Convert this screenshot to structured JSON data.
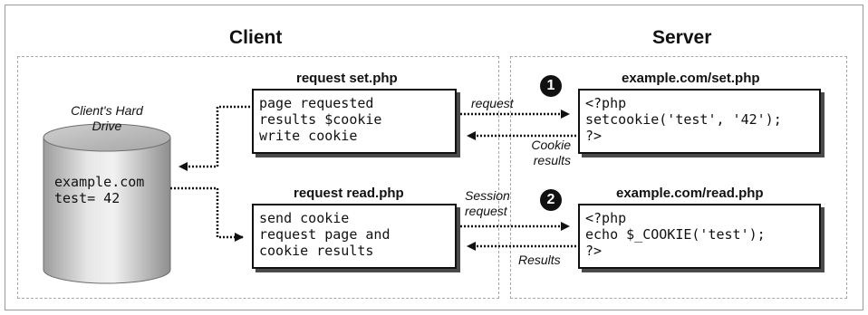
{
  "client": {
    "title": "Client"
  },
  "server": {
    "title": "Server"
  },
  "drive": {
    "label_line1": "Client's Hard",
    "label_line2": "Drive",
    "lines": [
      "example.com",
      "test= 42"
    ]
  },
  "request_set": {
    "title": "request set.php",
    "lines": [
      "page requested",
      "results $cookie",
      "write cookie"
    ]
  },
  "request_read": {
    "title": "request read.php",
    "lines": [
      "send cookie",
      "request page and",
      "cookie results"
    ]
  },
  "server_set": {
    "step": "1",
    "title": "example.com/set.php",
    "lines": [
      "<?php",
      "setcookie('test', '42');",
      "?>"
    ]
  },
  "server_read": {
    "step": "2",
    "title": "example.com/read.php",
    "lines": [
      "<?php",
      "echo $_COOKIE('test');",
      "?>"
    ]
  },
  "arrows": {
    "request1": "request",
    "cookie_results_1": "Cookie",
    "cookie_results_2": "results",
    "session_1": "Session",
    "session_2": "request",
    "results": "Results"
  }
}
